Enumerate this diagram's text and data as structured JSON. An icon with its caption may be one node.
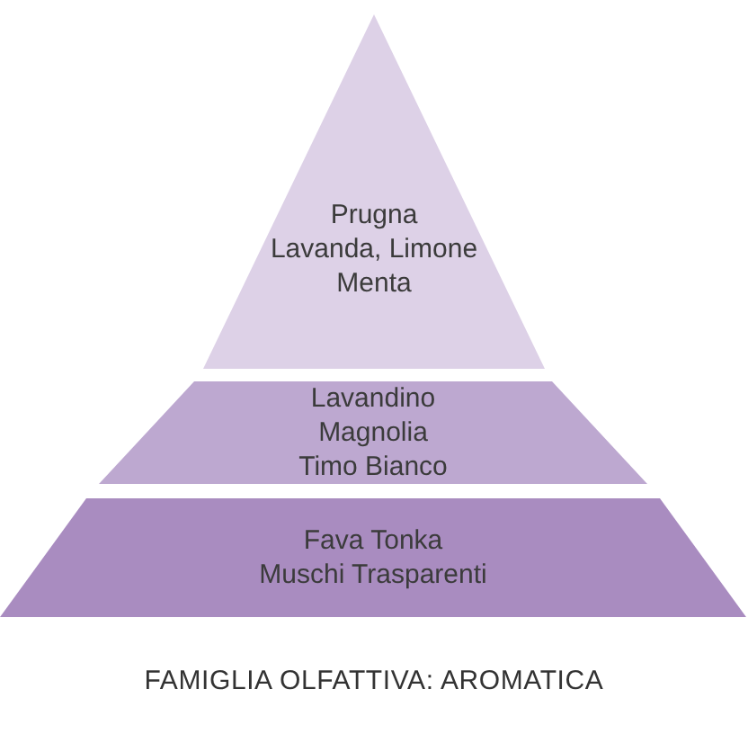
{
  "diagram": {
    "caption": "FAMIGLIA OLFATTIVA: AROMATICA",
    "nodes": [
      {
        "text": [
          "Prugna",
          "Lavanda, Limone",
          "Menta"
        ]
      },
      {
        "text": [
          "Lavandino",
          "Magnolia",
          "Timo Bianco"
        ]
      },
      {
        "text": [
          "Fava Tonka",
          "Muschi Trasparenti"
        ]
      }
    ],
    "edges": []
  }
}
